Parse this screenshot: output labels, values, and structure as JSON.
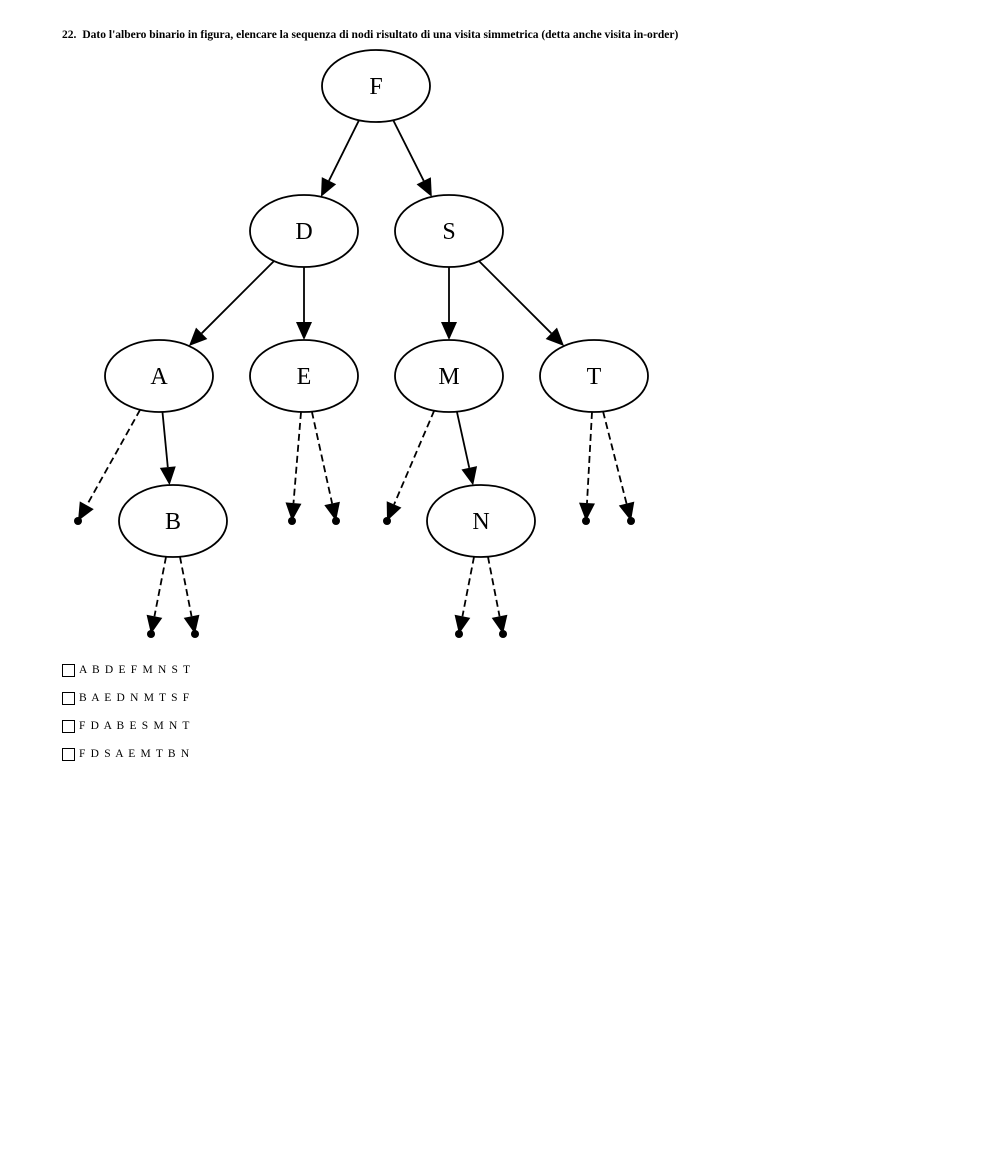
{
  "question": {
    "number": "22.",
    "text": "Dato l'albero binario in figura, elencare la sequenza di nodi risultato di una visita simmetrica (detta anche visita in-order)"
  },
  "tree": {
    "nodes": [
      {
        "id": "F",
        "label": "F"
      },
      {
        "id": "D",
        "label": "D"
      },
      {
        "id": "S",
        "label": "S"
      },
      {
        "id": "A",
        "label": "A"
      },
      {
        "id": "E",
        "label": "E"
      },
      {
        "id": "M",
        "label": "M"
      },
      {
        "id": "T",
        "label": "T"
      },
      {
        "id": "B",
        "label": "B"
      },
      {
        "id": "N",
        "label": "N"
      }
    ],
    "edges": [
      {
        "from": "F",
        "to": "D",
        "style": "solid"
      },
      {
        "from": "F",
        "to": "S",
        "style": "solid"
      },
      {
        "from": "D",
        "to": "A",
        "style": "solid"
      },
      {
        "from": "D",
        "to": "E",
        "style": "solid"
      },
      {
        "from": "S",
        "to": "M",
        "style": "solid"
      },
      {
        "from": "S",
        "to": "T",
        "style": "solid"
      },
      {
        "from": "A",
        "to": "null",
        "style": "dashed"
      },
      {
        "from": "A",
        "to": "B",
        "style": "solid"
      },
      {
        "from": "E",
        "to": "null",
        "style": "dashed"
      },
      {
        "from": "E",
        "to": "null",
        "style": "dashed"
      },
      {
        "from": "M",
        "to": "null",
        "style": "dashed"
      },
      {
        "from": "M",
        "to": "N",
        "style": "solid"
      },
      {
        "from": "T",
        "to": "null",
        "style": "dashed"
      },
      {
        "from": "T",
        "to": "null",
        "style": "dashed"
      },
      {
        "from": "B",
        "to": "null",
        "style": "dashed"
      },
      {
        "from": "B",
        "to": "null",
        "style": "dashed"
      },
      {
        "from": "N",
        "to": "null",
        "style": "dashed"
      },
      {
        "from": "N",
        "to": "null",
        "style": "dashed"
      }
    ]
  },
  "options": [
    {
      "label": "A B D E F M N S T",
      "checked": false
    },
    {
      "label": "B A E D N M T S F",
      "checked": false
    },
    {
      "label": "F D A B E S M N T",
      "checked": false
    },
    {
      "label": "F D S A E M T B N",
      "checked": false
    }
  ]
}
